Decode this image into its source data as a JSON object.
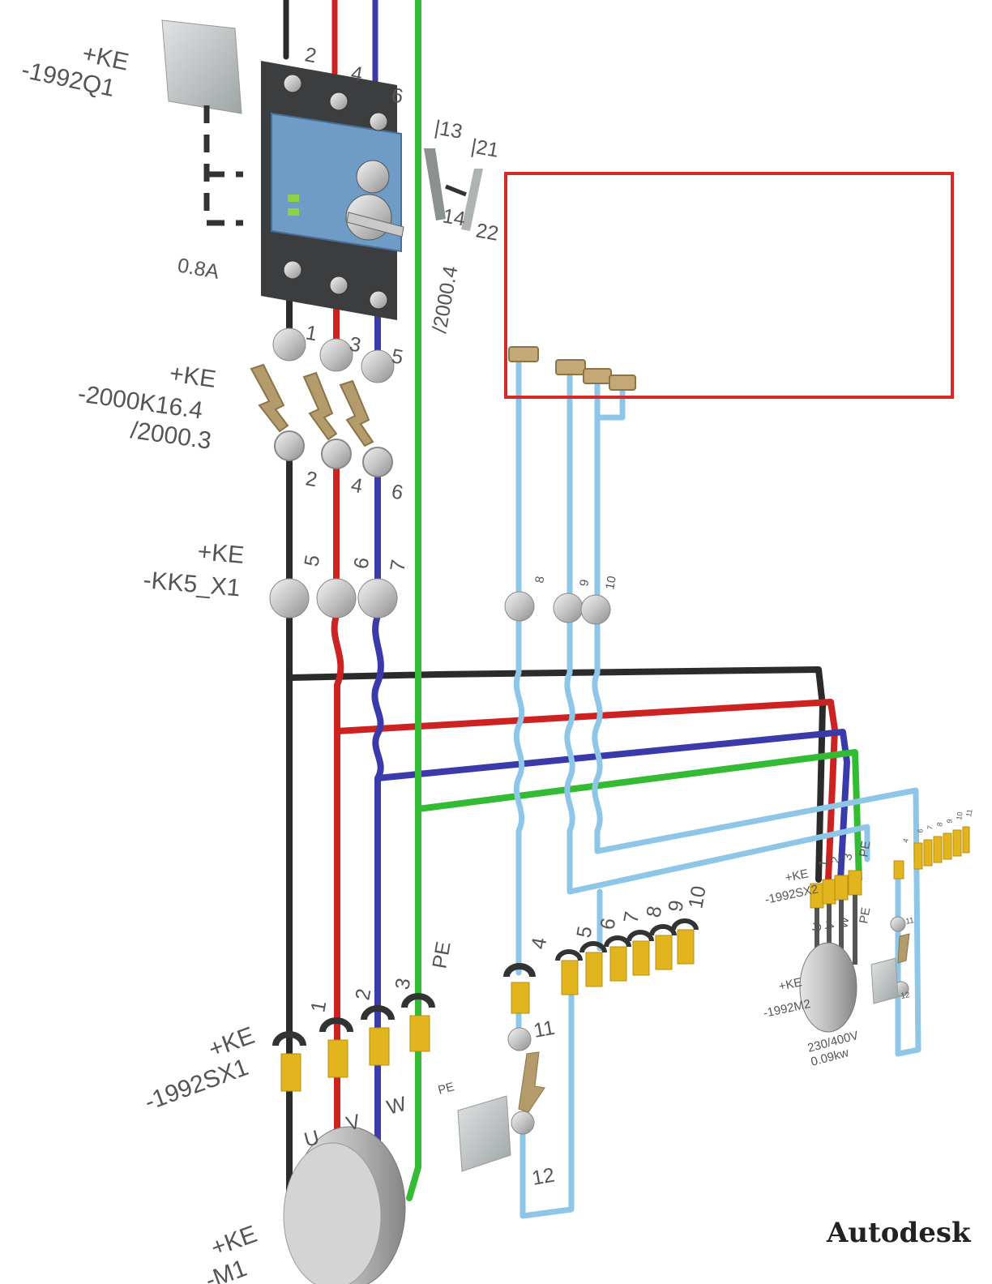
{
  "labels": {
    "q1_loc": "+KE",
    "q1_tag": "-1992Q1",
    "q1_rating": "0.8A",
    "q1_top_terminals": [
      "2",
      "4",
      "6"
    ],
    "q1_bottom_terminals": [
      "1",
      "3",
      "5"
    ],
    "aux_13": "|13",
    "aux_21": "|21",
    "aux_14": "14",
    "aux_22": "22",
    "aux_ref": "/2000.4",
    "k16_loc": "+KE",
    "k16_tag": "-2000K16.4",
    "k16_ref": "/2000.3",
    "k16_bottom_terminals": [
      "2",
      "4",
      "6"
    ],
    "kk5_loc": "+KE",
    "kk5_tag": "-KK5_X1",
    "kk5_terminals": [
      "5",
      "6",
      "7"
    ],
    "ctrl_terminals": [
      "8",
      "9",
      "10"
    ],
    "sx1_loc": "+KE",
    "sx1_tag": "-1992SX1",
    "sx1_terminals": [
      "1",
      "2",
      "3",
      "PE"
    ],
    "motor1_phases": [
      "U",
      "V",
      "W",
      "PE"
    ],
    "m1_loc": "+KE",
    "m1_tag": "-M1",
    "ctrl_4": "4",
    "ctrl_11": "11",
    "ctrl_12": "12",
    "strip_terminals": [
      "5",
      "6",
      "7",
      "8",
      "9",
      "10"
    ],
    "sx2_loc": "+KE",
    "sx2_tag": "-1992SX2",
    "sx2_terminals": [
      "1",
      "2",
      "3",
      "PE"
    ],
    "m2_phases": [
      "U",
      "V",
      "W",
      "PE"
    ],
    "m2_loc": "+KE",
    "m2_tag": "-1992M2",
    "m2_voltage": "230/400V",
    "m2_power": "0.09kw",
    "strip2_first": "4",
    "strip2_terminals": [
      "6",
      "7",
      "8",
      "9",
      "10",
      "11"
    ],
    "sw2_top": "11",
    "sw2_bottom": "12"
  },
  "brand": {
    "logo": "Autodesk"
  },
  "colors": {
    "black_wire": "#2b2b2b",
    "red_wire": "#cc2222",
    "blue_wire": "#3a3aaa",
    "green_wire": "#33bb33",
    "control_wire": "#8ec6e8",
    "highlight_box": "#d42a2a",
    "terminal_yellow": "#e2b51f"
  }
}
